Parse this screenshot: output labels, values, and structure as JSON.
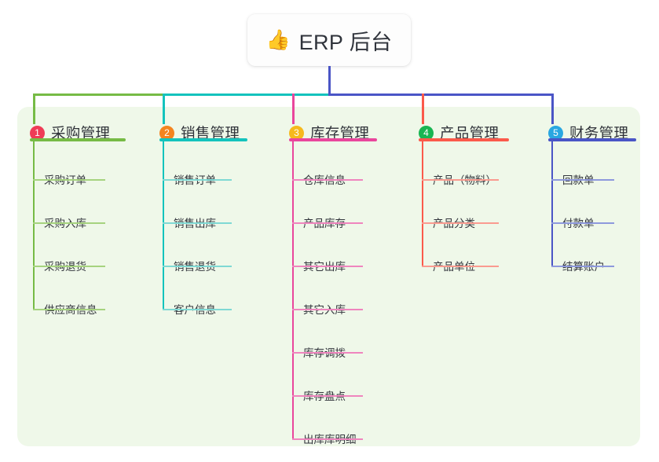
{
  "root": {
    "icon": "thumbs-up-icon",
    "icon_glyph": "👍",
    "title": "ERP 后台"
  },
  "colors": {
    "panel_bg": "#eff8e9",
    "page_bg": "#ffffff",
    "root_text": "#30343c",
    "trunk": "#4a55c6",
    "branch_green": "#76bb45",
    "branch_teal": "#14c3bd",
    "branch_pink": "#e9469c",
    "branch_red": "#fb5a4b",
    "branch_blue": "#4a55c6"
  },
  "chart_data": {
    "type": "tree",
    "title": "ERP 后台",
    "branch_count": 5
  },
  "branches": [
    {
      "number": "1",
      "title": "采购管理",
      "badge_color": "#ef3b56",
      "line_color": "#76bb45",
      "item_line_color": "#a6d37f",
      "items": [
        "采购订单",
        "采购入库",
        "采购退货",
        "供应商信息"
      ]
    },
    {
      "number": "2",
      "title": "销售管理",
      "badge_color": "#f4841f",
      "line_color": "#14c3bd",
      "item_line_color": "#7fd9d4",
      "items": [
        "销售订单",
        "销售出库",
        "销售退货",
        "客户信息"
      ]
    },
    {
      "number": "3",
      "title": "库存管理",
      "badge_color": "#f6b91c",
      "line_color": "#e9469c",
      "item_line_color": "#ef85be",
      "items": [
        "仓库信息",
        "产品库存",
        "其它出库",
        "其它入库",
        "库存调拨",
        "库存盘点",
        "出库库明细"
      ]
    },
    {
      "number": "4",
      "title": "产品管理",
      "badge_color": "#18b552",
      "line_color": "#fb5a4b",
      "item_line_color": "#fa9b90",
      "items": [
        "产品（物料）",
        "产品分类",
        "产品单位"
      ]
    },
    {
      "number": "5",
      "title": "财务管理",
      "badge_color": "#29a7e1",
      "line_color": "#4a55c6",
      "item_line_color": "#8e99dd",
      "items": [
        "回款单",
        "付款单",
        "结算账户"
      ]
    }
  ]
}
